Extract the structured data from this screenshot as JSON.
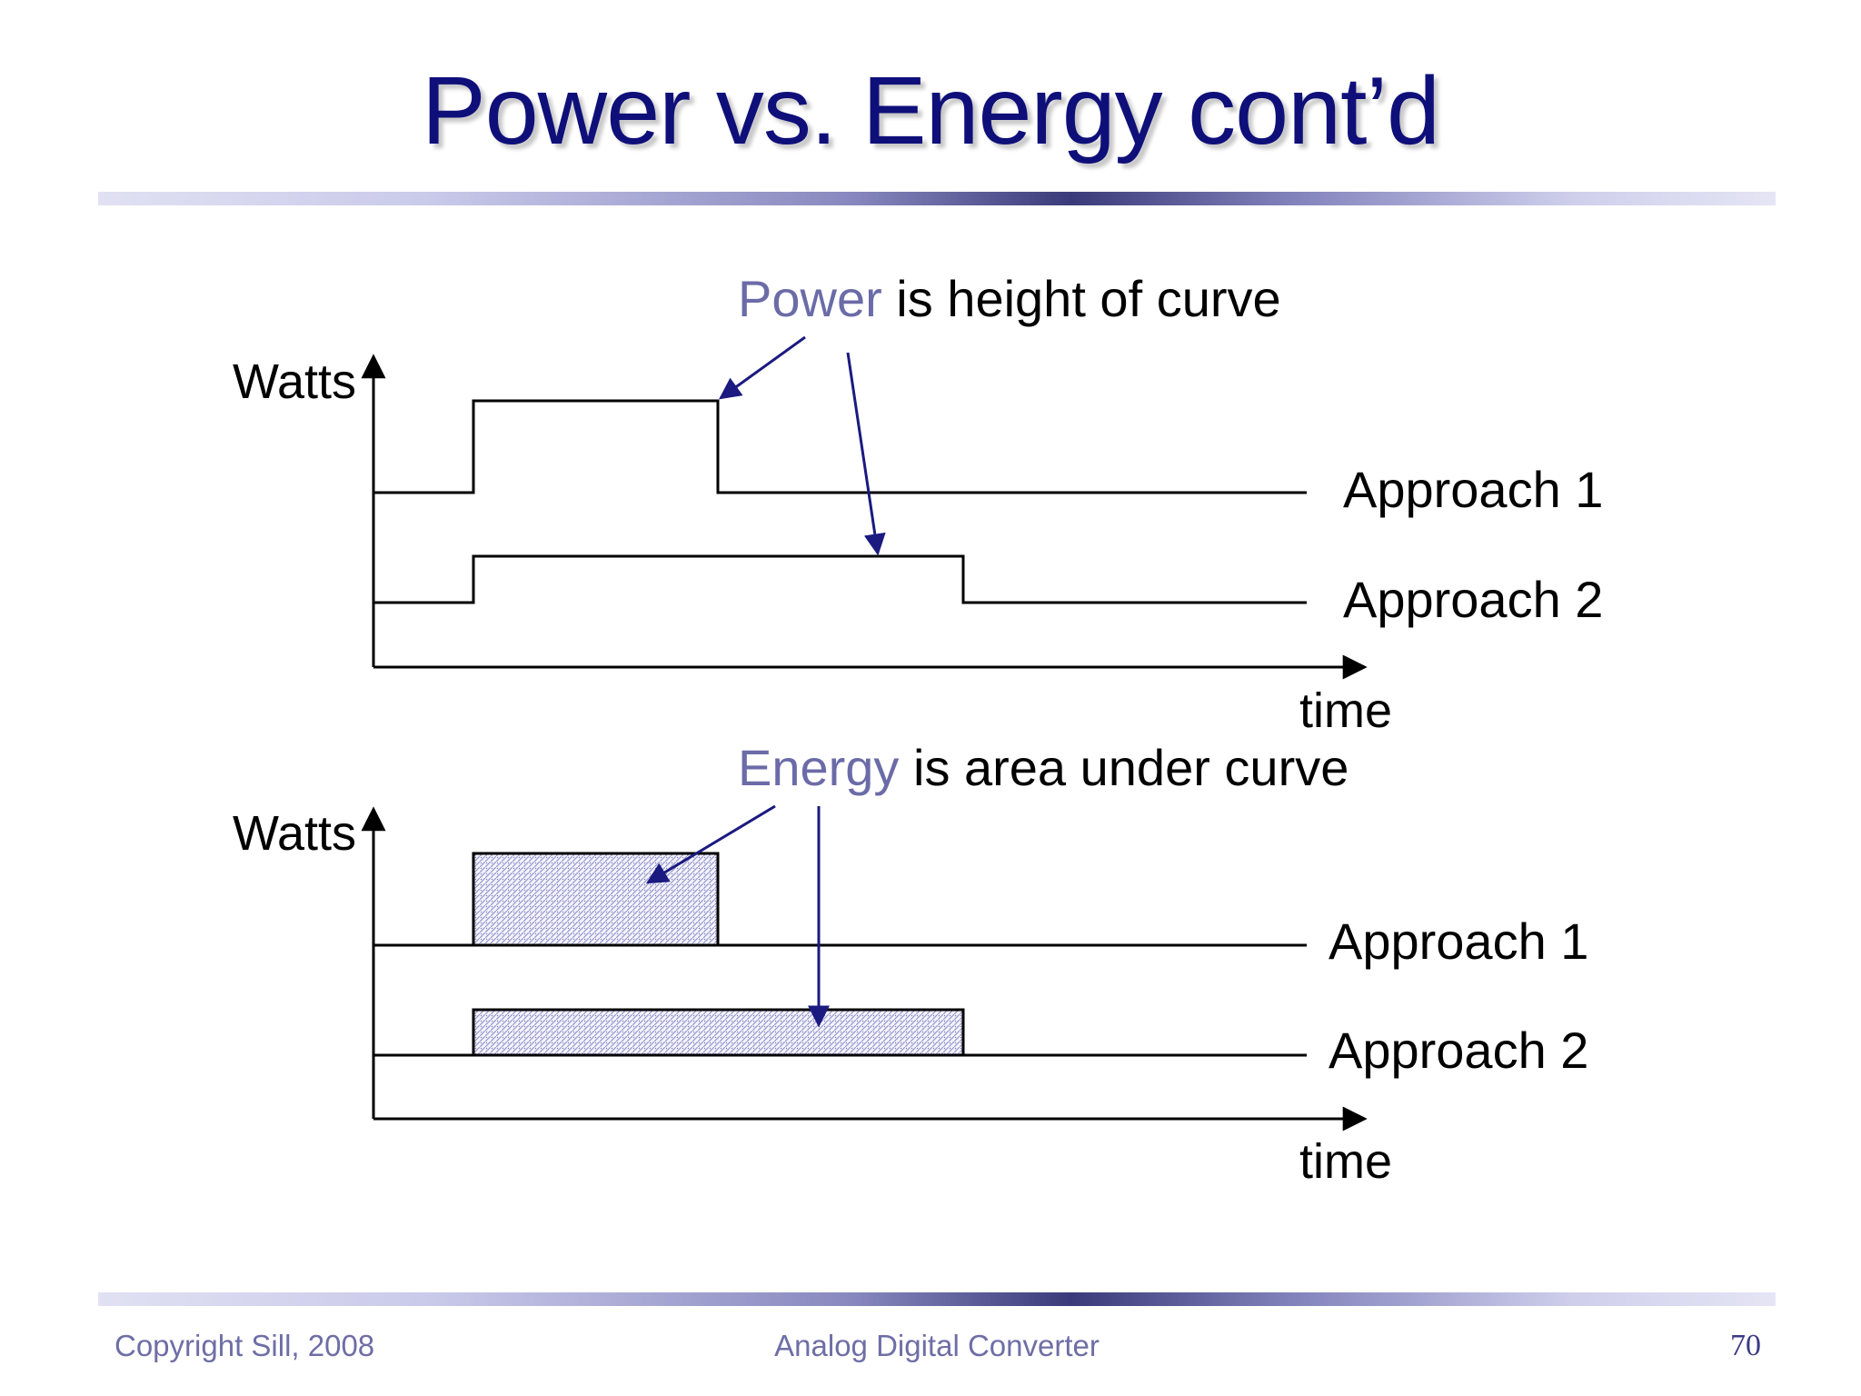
{
  "slide": {
    "title": "Power vs. Energy cont’d",
    "footer_left": "Copyright Sill, 2008",
    "footer_center": "Analog Digital Converter",
    "page_number": "70"
  },
  "top_diagram": {
    "caption_highlight": "Power",
    "caption_rest": " is height of curve",
    "y_axis_label": "Watts",
    "x_axis_label": "time",
    "series": [
      "Approach 1",
      "Approach 2"
    ]
  },
  "bottom_diagram": {
    "caption_highlight": "Energy",
    "caption_rest": " is area under curve",
    "y_axis_label": "Watts",
    "x_axis_label": "time",
    "series": [
      "Approach 1",
      "Approach 2"
    ]
  },
  "colors": {
    "title": "#0f0f7a",
    "highlight": "#6b6ba8",
    "arrow": "#1a1a80",
    "hatch": "#9a9ad0"
  }
}
